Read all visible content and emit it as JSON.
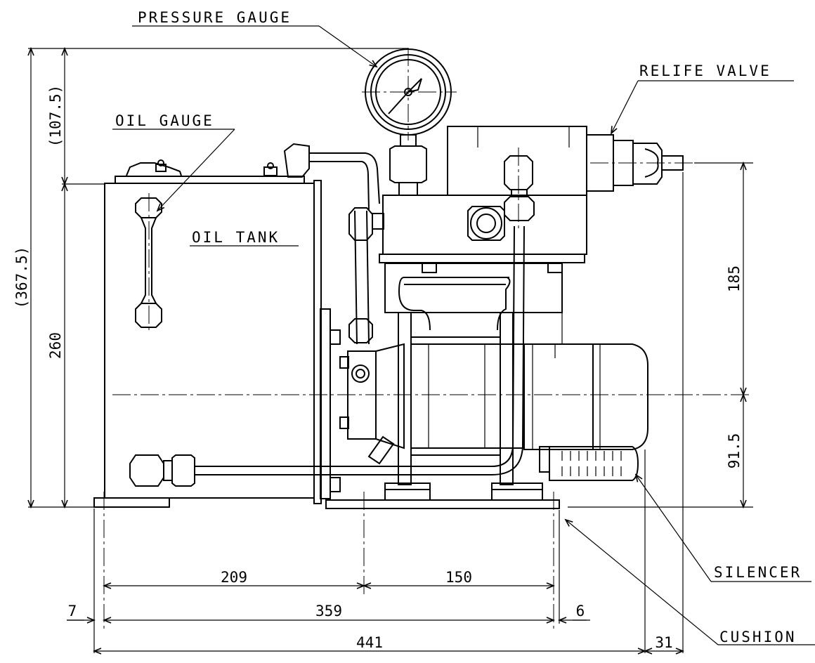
{
  "labels": {
    "pressure_gauge": "PRESSURE GAUGE",
    "relife_valve": "RELIFE VALVE",
    "oil_gauge": "OIL GAUGE",
    "oil_tank": "OIL TANK",
    "silencer": "SILENCER",
    "cushion": "CUSHION"
  },
  "dimensions": {
    "d_209": "209",
    "d_150": "150",
    "d_359": "359",
    "d_441": "441",
    "d_7": "7",
    "d_6": "6",
    "d_31": "31",
    "d_185": "185",
    "d_91_5": "91.5",
    "d_260": "260",
    "d_107_5": "(107.5)",
    "d_367_5": "(367.5)"
  }
}
